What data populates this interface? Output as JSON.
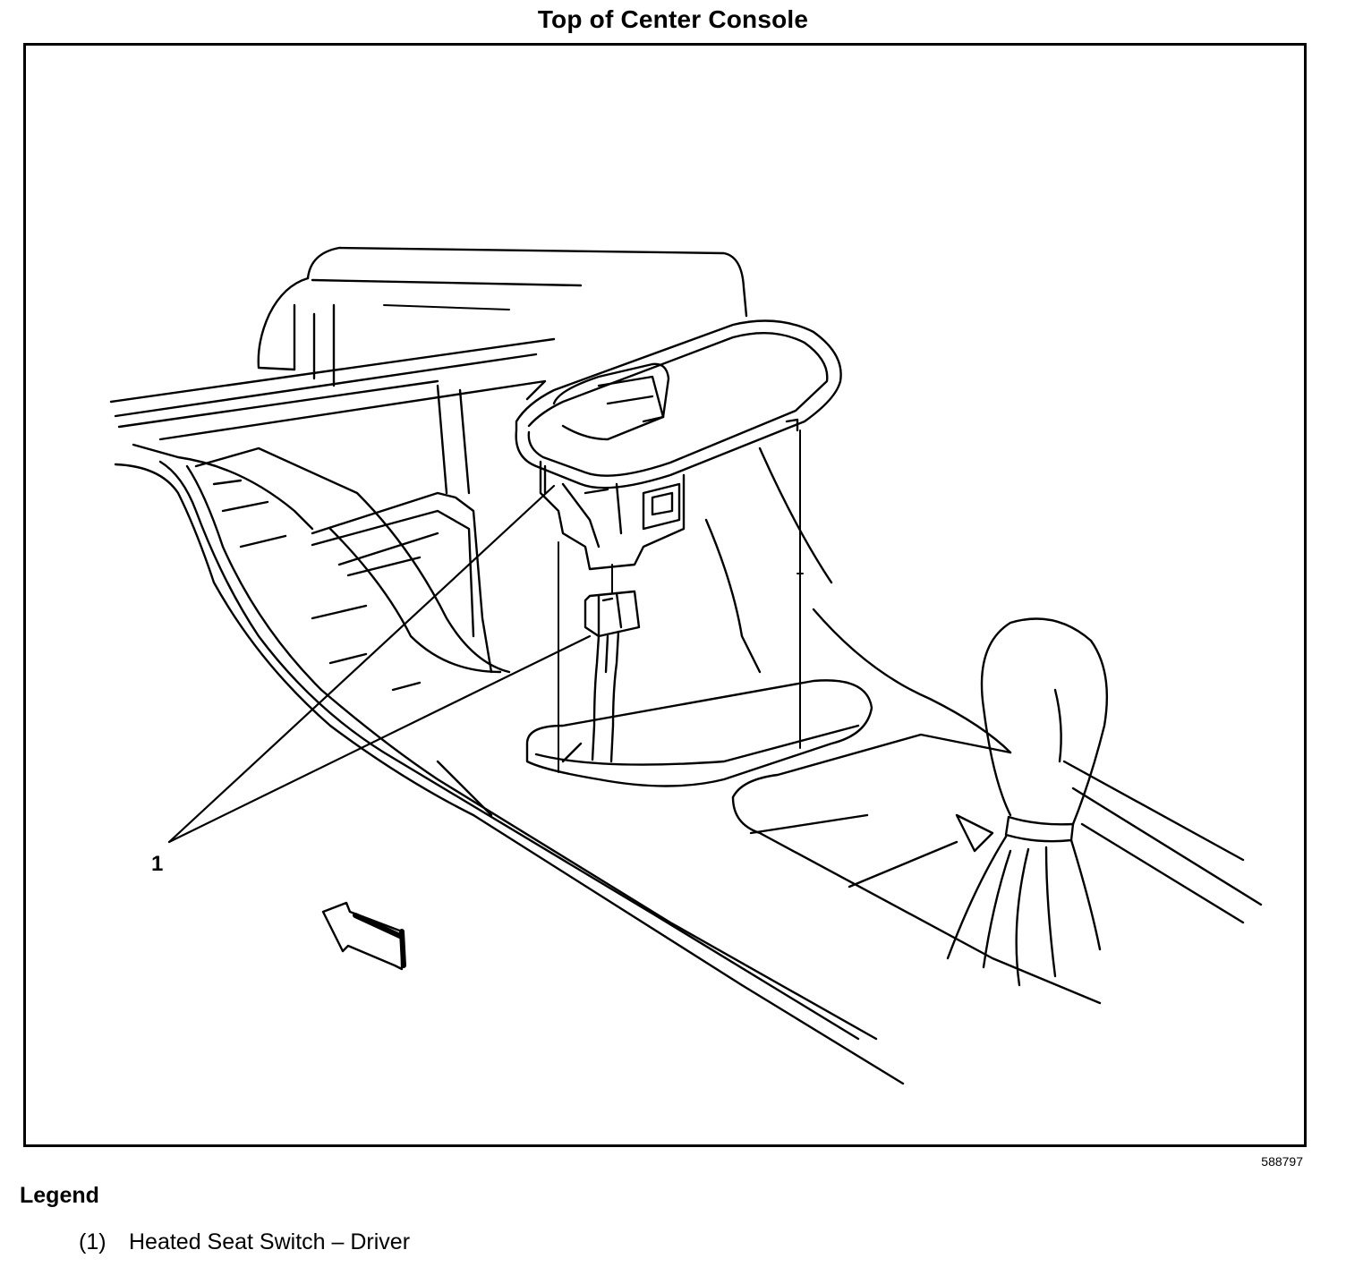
{
  "title": "Top of Center Console",
  "figure_id": "588797",
  "callouts": [
    {
      "label": "1"
    }
  ],
  "legend": {
    "heading": "Legend",
    "items": [
      {
        "number": "(1)",
        "text": "Heated Seat Switch – Driver"
      }
    ]
  }
}
